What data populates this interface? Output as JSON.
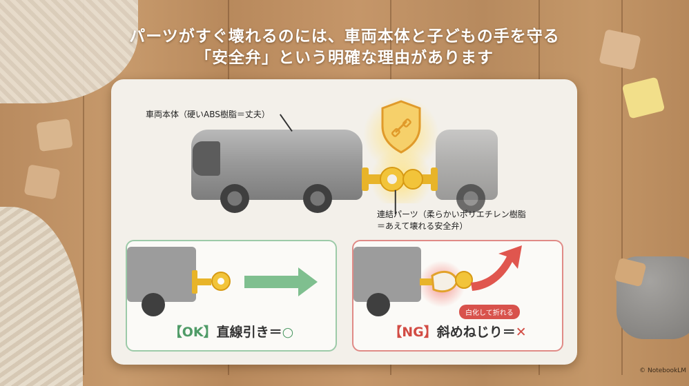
{
  "heading": {
    "line1": "パーツがすぐ壊れるのには、車両本体と子どもの手を守る",
    "line2": "「安全弁」という明確な理由があります"
  },
  "diagram": {
    "body_label": "車両本体（硬いABS樹脂＝丈夫）",
    "coupler_label_1": "連結パーツ（柔らかいポリエチレン樹脂",
    "coupler_label_2": "＝あえて壊れる安全弁）",
    "shield_icon": "shield-coupler-icon"
  },
  "ok_panel": {
    "bracket": "【OK】",
    "text": "直線引き＝",
    "mark": "○"
  },
  "ng_panel": {
    "bracket": "【NG】",
    "text": "斜めねじり＝",
    "mark": "✕",
    "badge": "白化して折れる"
  },
  "credit": "© NotebookLM",
  "colors": {
    "ok_green": "#4f9b67",
    "ng_red": "#d24c44",
    "coupler_gold": "#e8b429"
  }
}
